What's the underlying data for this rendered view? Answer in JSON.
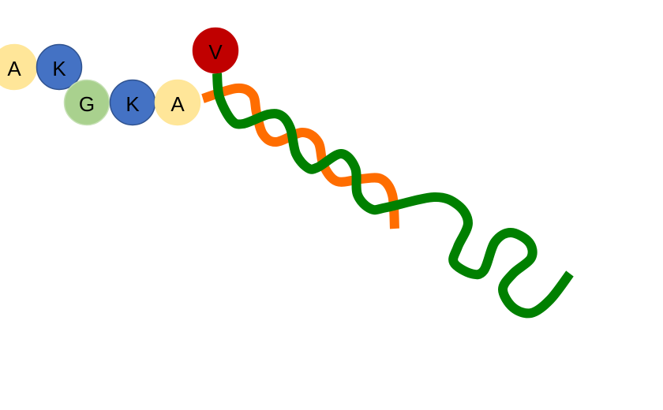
{
  "residues": [
    {
      "letter": "A",
      "color": "#FFE699",
      "stroke": "#FFE699"
    },
    {
      "letter": "K",
      "color": "#4472C4",
      "stroke": "#2F528F"
    },
    {
      "letter": "G",
      "color": "#A9D18E",
      "stroke": "#C5E0B4"
    },
    {
      "letter": "K",
      "color": "#4472C4",
      "stroke": "#2F528F"
    },
    {
      "letter": "A",
      "color": "#FFE699",
      "stroke": "#FFE699"
    },
    {
      "letter": "V",
      "color": "#C00000",
      "stroke": "#C00000"
    }
  ],
  "strands": {
    "green": {
      "color": "#008000"
    },
    "orange": {
      "color": "#FF6D00"
    }
  }
}
